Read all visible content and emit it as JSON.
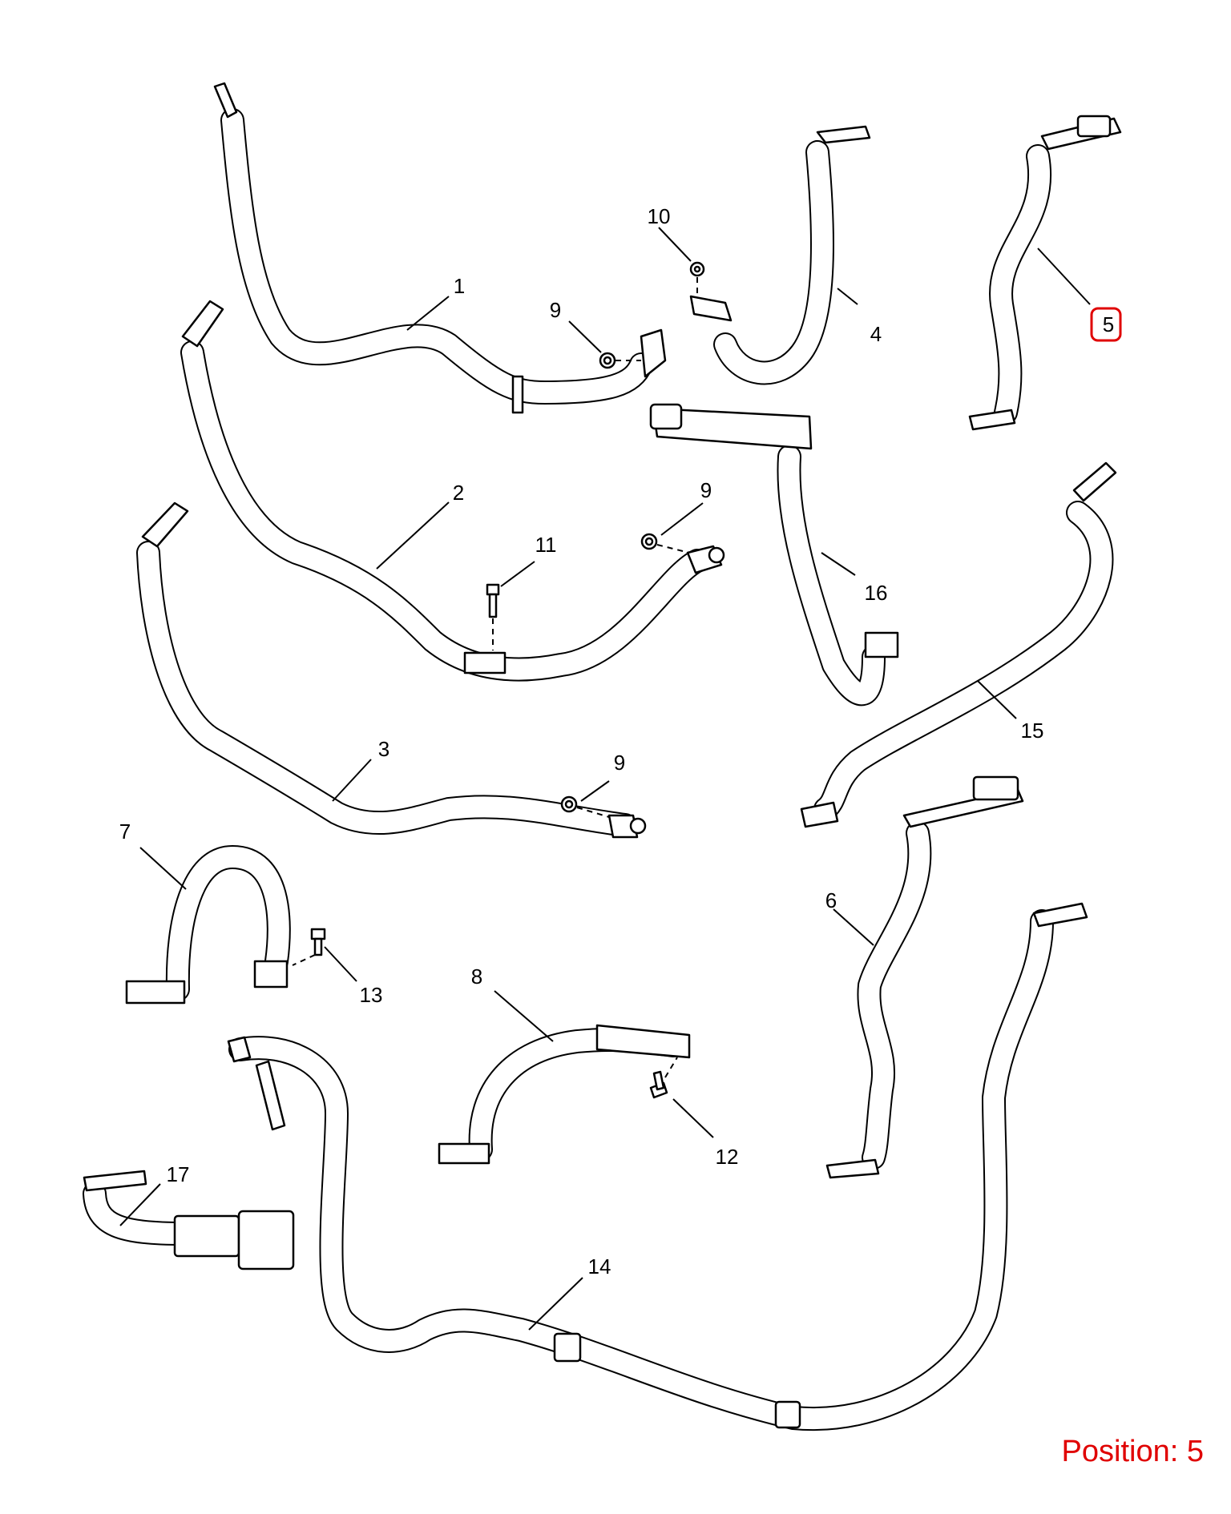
{
  "callouts": {
    "c1": "1",
    "c2": "2",
    "c3": "3",
    "c4": "4",
    "c5": "5",
    "c6": "6",
    "c7": "7",
    "c8": "8",
    "c9a": "9",
    "c9b": "9",
    "c9c": "9",
    "c10": "10",
    "c11": "11",
    "c12": "12",
    "c13": "13",
    "c14": "14",
    "c15": "15",
    "c16": "16",
    "c17": "17"
  },
  "highlight": {
    "label": "5",
    "color": "#e00000"
  },
  "position_label": "Position: 5"
}
